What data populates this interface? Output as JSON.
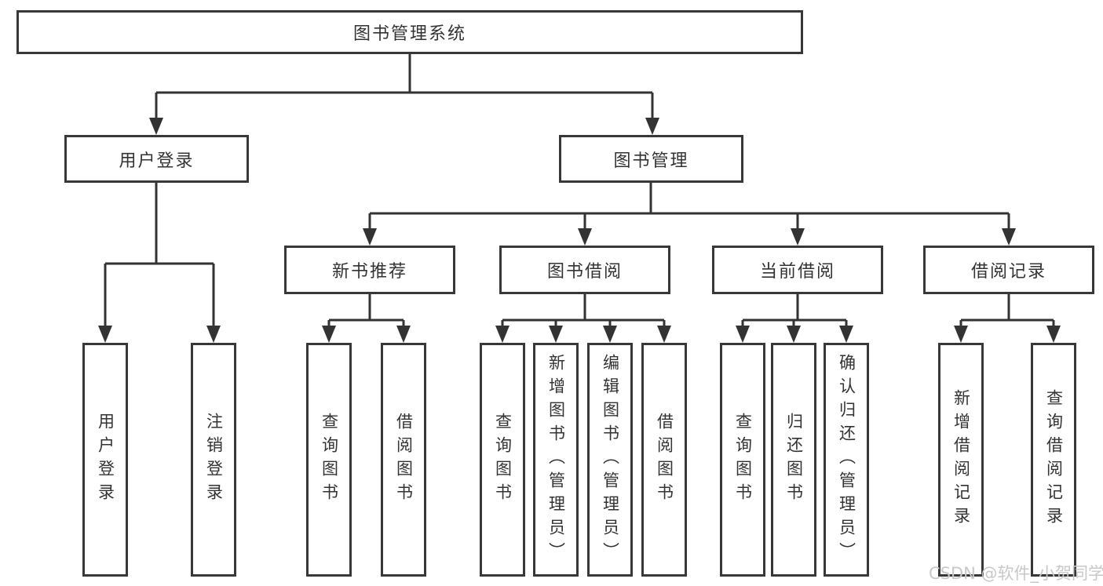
{
  "diagram": {
    "root": {
      "label": "图书管理系统"
    },
    "level2": [
      {
        "label": "用户登录"
      },
      {
        "label": "图书管理"
      }
    ],
    "level3": [
      {
        "label": "新书推荐"
      },
      {
        "label": "图书借阅"
      },
      {
        "label": "当前借阅"
      },
      {
        "label": "借阅记录"
      }
    ],
    "leaves": {
      "login": [
        "用户登录",
        "注销登录"
      ],
      "newbook": [
        "查询图书",
        "借阅图书"
      ],
      "borrow": [
        "查询图书",
        "新增图书（管理员）",
        "编辑图书（管理员）",
        "借阅图书"
      ],
      "current": [
        "查询图书",
        "归还图书",
        "确认归还（管理员）"
      ],
      "records": [
        "新增借阅记录",
        "查询借阅记录"
      ]
    }
  },
  "watermark": "CSDN @软件_小贺同学",
  "colors": {
    "line": "#333333",
    "border": "#383838",
    "text": "#333333",
    "watermark": "#c8c8c8",
    "background": "#ffffff"
  }
}
